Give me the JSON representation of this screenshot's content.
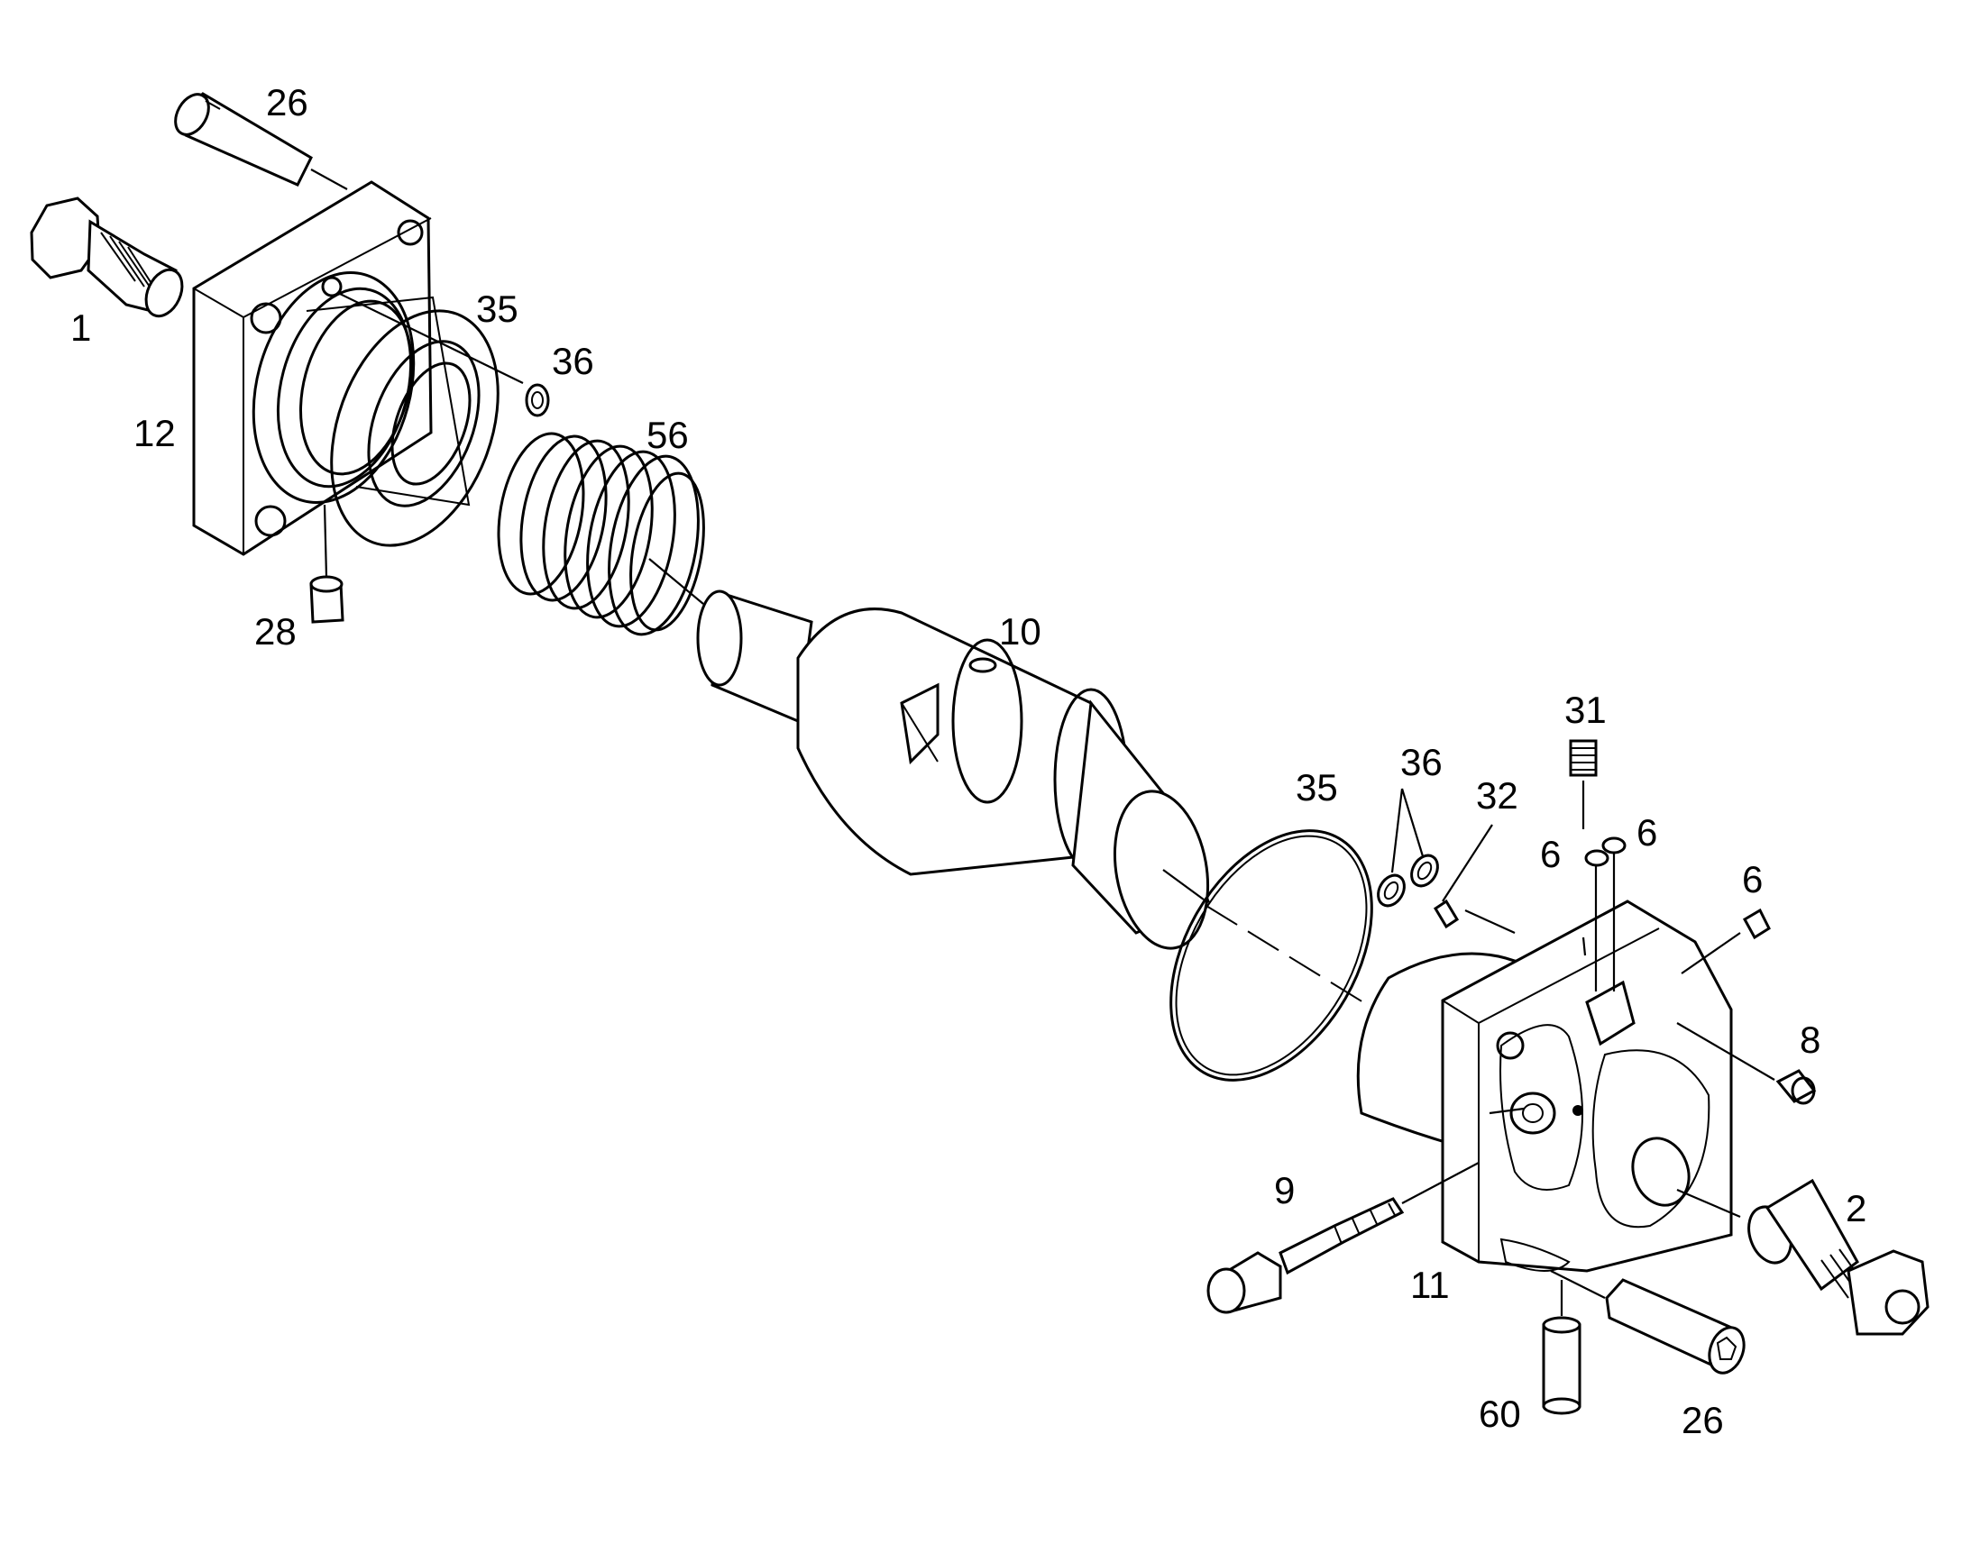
{
  "callouts": [
    {
      "id": "c1",
      "text": "1"
    },
    {
      "id": "c2",
      "text": "2"
    },
    {
      "id": "c6a",
      "text": "6"
    },
    {
      "id": "c6b",
      "text": "6"
    },
    {
      "id": "c6c",
      "text": "6"
    },
    {
      "id": "c8",
      "text": "8"
    },
    {
      "id": "c9",
      "text": "9"
    },
    {
      "id": "c10",
      "text": "10"
    },
    {
      "id": "c11",
      "text": "11"
    },
    {
      "id": "c12",
      "text": "12"
    },
    {
      "id": "c26a",
      "text": "26"
    },
    {
      "id": "c26b",
      "text": "26"
    },
    {
      "id": "c28",
      "text": "28"
    },
    {
      "id": "c31",
      "text": "31"
    },
    {
      "id": "c32",
      "text": "32"
    },
    {
      "id": "c35a",
      "text": "35"
    },
    {
      "id": "c35b",
      "text": "35"
    },
    {
      "id": "c36a",
      "text": "36"
    },
    {
      "id": "c36b",
      "text": "36"
    },
    {
      "id": "c56",
      "text": "56"
    },
    {
      "id": "c60",
      "text": "60"
    }
  ]
}
